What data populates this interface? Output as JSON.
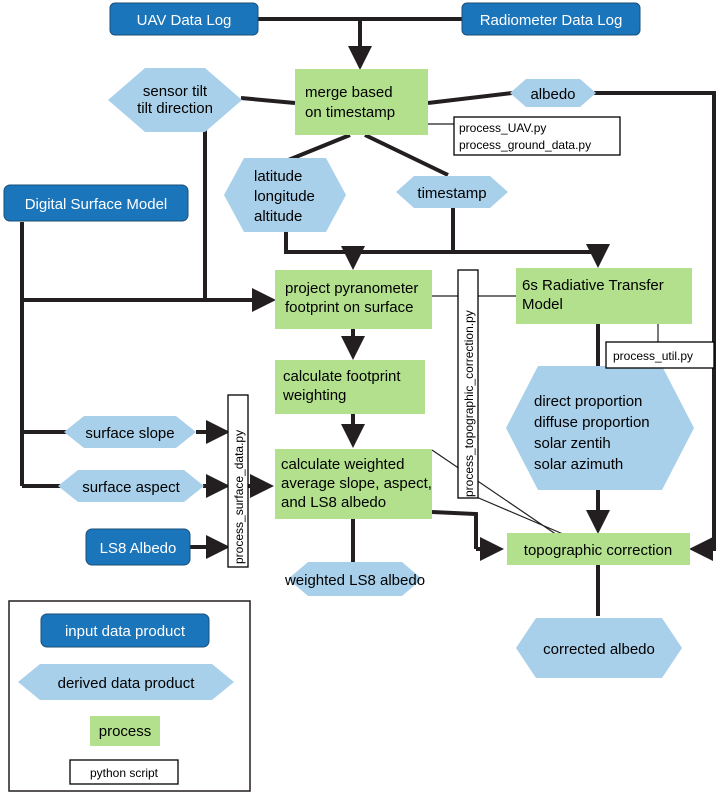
{
  "inputs": {
    "uav": "UAV Data Log",
    "radiometer": "Radiometer Data Log",
    "dsm": "Digital Surface Model",
    "ls8": "LS8 Albedo"
  },
  "derived": {
    "sensor_tilt": [
      "sensor tilt",
      "tilt direction"
    ],
    "albedo": "albedo",
    "lat_lon_alt": [
      "latitude",
      "longitude",
      "altitude"
    ],
    "timestamp": "timestamp",
    "surface_slope": "surface slope",
    "surface_aspect": "surface aspect",
    "weighted_ls8": "weighted LS8 albedo",
    "solar_params": [
      "direct proportion",
      "diffuse proportion",
      "solar zentih",
      "solar azimuth"
    ],
    "corrected_albedo": "corrected albedo"
  },
  "processes": {
    "merge": [
      "merge based",
      "on timestamp"
    ],
    "project": [
      "project pyranometer",
      "footprint on surface"
    ],
    "footprint_weighting": [
      "calculate footprint",
      "weighting"
    ],
    "weighted_average": [
      "calculate weighted",
      "average slope, aspect,",
      "and LS8 albedo"
    ],
    "radiative_transfer": [
      "6s Radiative Transfer",
      "Model"
    ],
    "topographic_correction": "topographic correction"
  },
  "scripts": {
    "process_uav": "process_UAV.py",
    "process_ground": "process_ground_data.py",
    "process_topographic": "process_topographic_correction.py",
    "process_util": "process_util.py",
    "process_surface": "process_surface_data.py"
  },
  "legend": {
    "input": "input data product",
    "derived": "derived data product",
    "process": "process",
    "script": "python script"
  },
  "colors": {
    "input_fill": "#1b75bb",
    "derived_fill": "#a9d0ea",
    "process_fill": "#b2e08d",
    "line": "#231f20"
  }
}
